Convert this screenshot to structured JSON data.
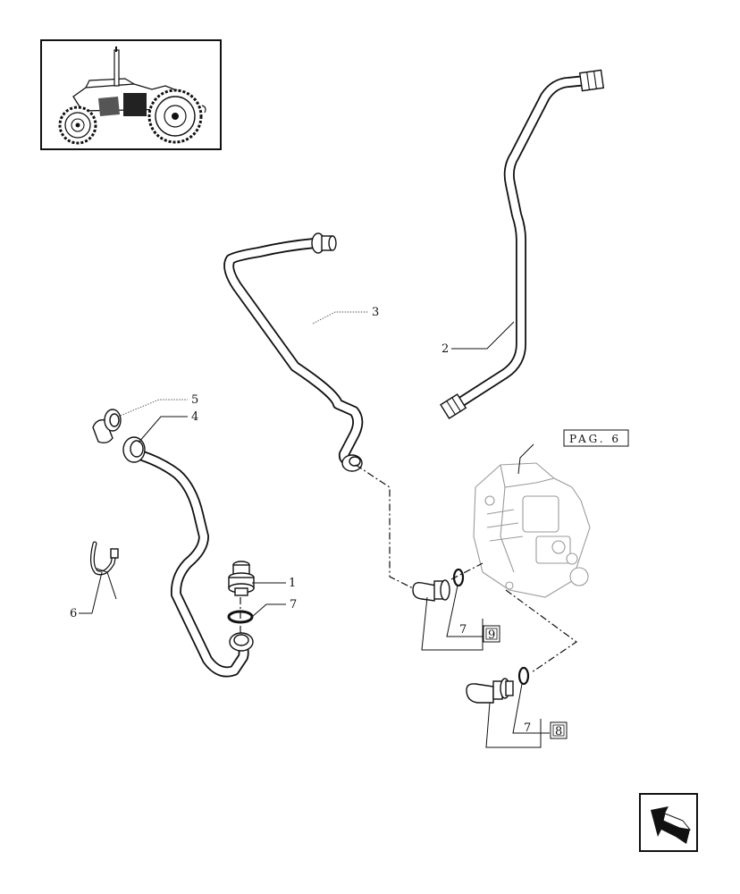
{
  "callouts": {
    "c1": "1",
    "c2": "2",
    "c3": "3",
    "c4": "4",
    "c5": "5",
    "c6": "6",
    "c7a": "7",
    "c7b": "7",
    "c7c": "7"
  },
  "references": {
    "page_ref": "PAG. 6",
    "box_9": "9",
    "box_8": "8"
  },
  "icons": {
    "thumbnail": "tractor-thumbnail-icon",
    "nav": "return-arrow-icon"
  }
}
